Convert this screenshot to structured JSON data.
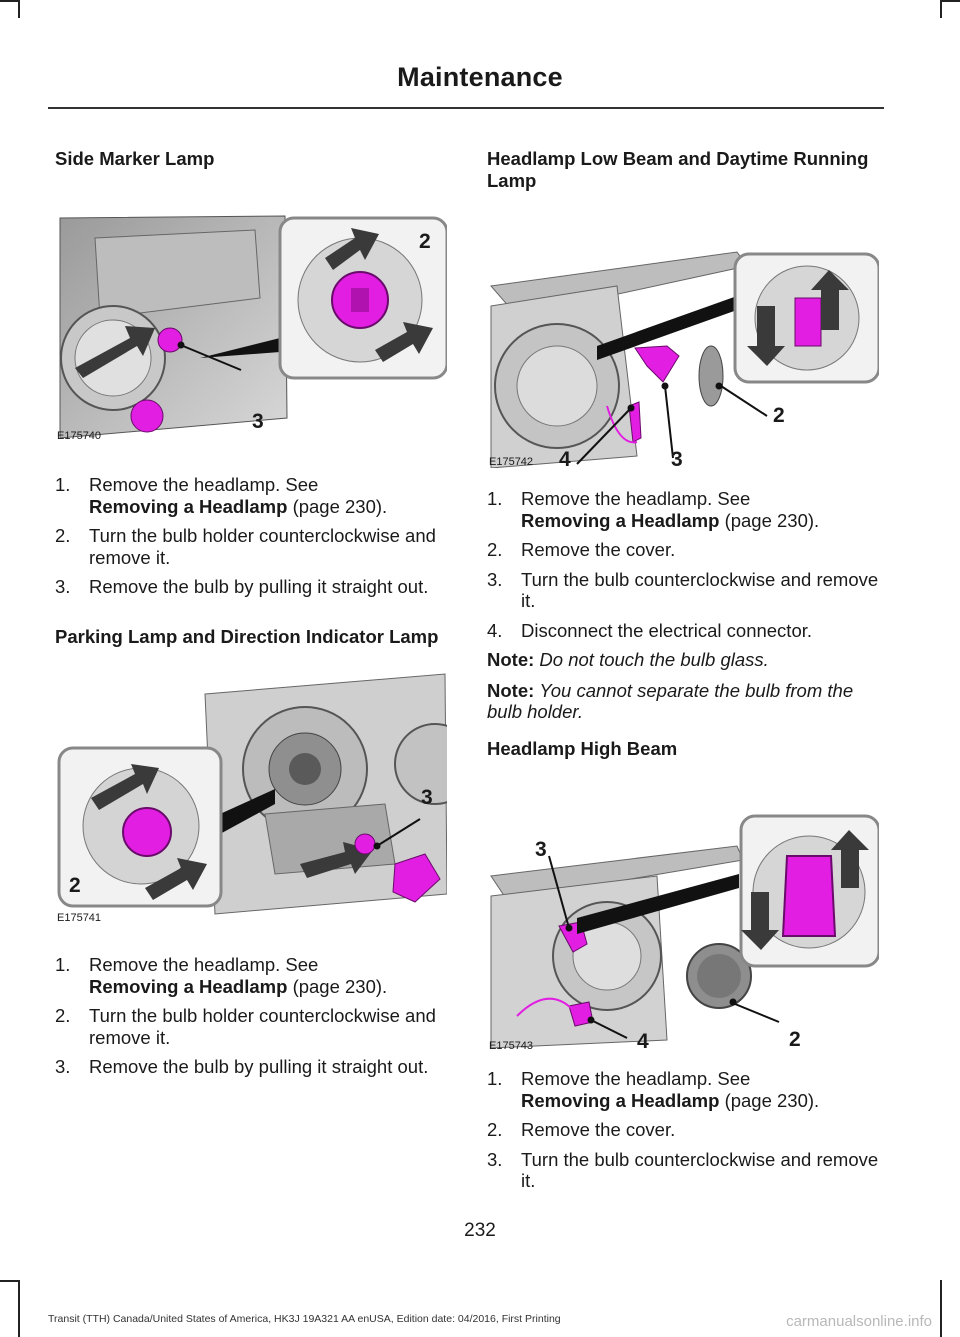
{
  "header": {
    "title": "Maintenance"
  },
  "ref_link": "Removing a Headlamp",
  "ref_page": "(page 230).",
  "sections": {
    "side_marker": {
      "title": "Side Marker Lamp",
      "figure": {
        "code": "E175740",
        "callouts": [
          "2",
          "3"
        ]
      },
      "steps": [
        {
          "num": "1.",
          "text": "Remove the headlamp.  See"
        },
        {
          "num": "2.",
          "text": "Turn the bulb holder counterclockwise and remove it."
        },
        {
          "num": "3.",
          "text": "Remove the bulb by pulling it straight out."
        }
      ]
    },
    "parking": {
      "title": "Parking Lamp and Direction Indicator Lamp",
      "figure": {
        "code": "E175741",
        "callouts": [
          "3",
          "2"
        ]
      },
      "steps": [
        {
          "num": "1.",
          "text": "Remove the headlamp.  See"
        },
        {
          "num": "2.",
          "text": "Turn the bulb holder counterclockwise and remove it."
        },
        {
          "num": "3.",
          "text": "Remove the bulb by pulling it straight out."
        }
      ]
    },
    "low_beam": {
      "title": "Headlamp Low Beam and Daytime Running Lamp",
      "figure": {
        "code": "E175742",
        "callouts": [
          "2",
          "3",
          "4"
        ]
      },
      "steps": [
        {
          "num": "1.",
          "text": "Remove the headlamp.  See"
        },
        {
          "num": "2.",
          "text": "Remove the cover."
        },
        {
          "num": "3.",
          "text": "Turn the bulb counterclockwise and remove it."
        },
        {
          "num": "4.",
          "text": "Disconnect the electrical connector."
        }
      ],
      "notes": [
        {
          "label": "Note:",
          "text": "Do not touch the bulb glass."
        },
        {
          "label": "Note:",
          "text": "You cannot separate the bulb from the bulb holder."
        }
      ]
    },
    "high_beam": {
      "title": "Headlamp High Beam",
      "figure": {
        "code": "E175743",
        "callouts": [
          "3",
          "4",
          "2"
        ]
      },
      "steps": [
        {
          "num": "1.",
          "text": "Remove the headlamp.  See"
        },
        {
          "num": "2.",
          "text": "Remove the cover."
        },
        {
          "num": "3.",
          "text": "Turn the bulb counterclockwise and remove it."
        }
      ]
    }
  },
  "page_number": "232",
  "footer": "Transit (TTH) Canada/United States of America, HK3J 19A321 AA enUSA, Edition date: 04/2016, First Printing",
  "watermark": "carmanualsonline.info",
  "colors": {
    "highlight": "#e21ee2",
    "arrow_dark": "#3a3a3a",
    "callout_bg": "#ffffff"
  }
}
